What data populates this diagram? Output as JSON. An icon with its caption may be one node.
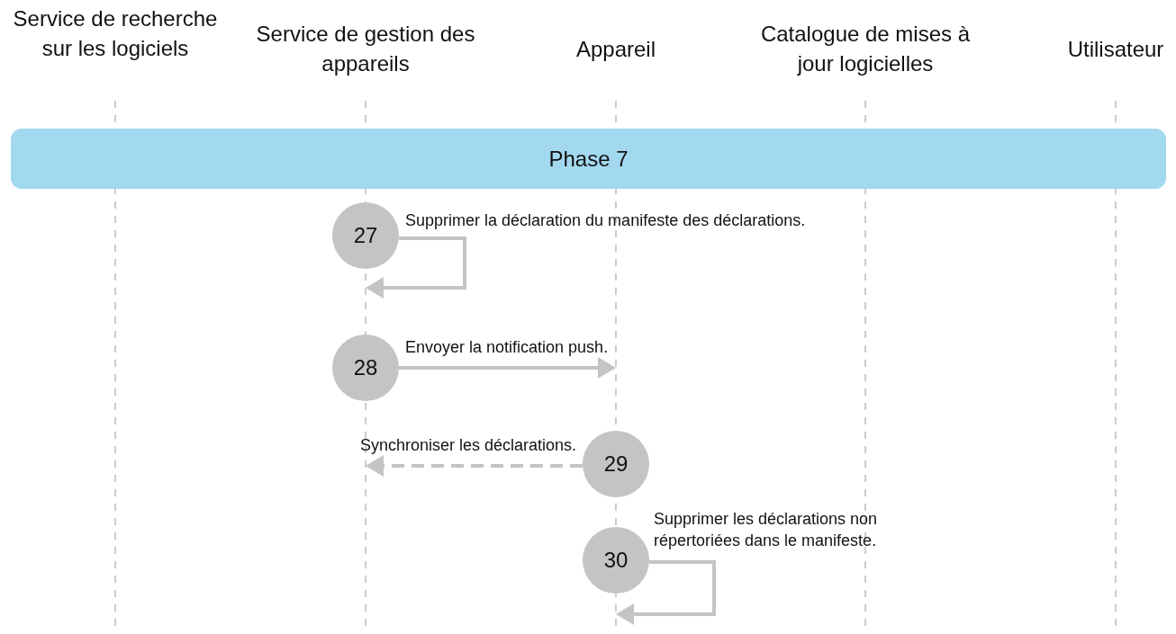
{
  "diagram": {
    "nodes": [
      {
        "text": [
          "Service de recherche sur les logiciels"
        ]
      },
      {
        "text": [
          "Service de gestion des appareils"
        ]
      },
      {
        "text": [
          "Appareil"
        ]
      },
      {
        "text": [
          "Catalogue de mises à jour logicielles"
        ]
      },
      {
        "text": [
          "Utilisateur"
        ]
      },
      {
        "text": [
          "Phase 7"
        ]
      },
      {
        "text": [
          "27"
        ]
      },
      {
        "text": [
          "28"
        ]
      },
      {
        "text": [
          "29"
        ]
      },
      {
        "text": [
          "30"
        ]
      }
    ],
    "edges": [
      {
        "from": 6,
        "to": 6,
        "arrow": "to",
        "label": "Supprimer la déclaration du manifeste des déclarations."
      },
      {
        "from": 7,
        "to": null,
        "arrow": "to",
        "label": "Envoyer la notification push."
      },
      {
        "from": 8,
        "to": null,
        "arrow": "to",
        "style": "dashed",
        "label": "Synchroniser les déclarations."
      },
      {
        "from": 9,
        "to": 9,
        "arrow": "to",
        "label": "Supprimer les déclarations non répertoriées dans le manifeste."
      }
    ]
  }
}
